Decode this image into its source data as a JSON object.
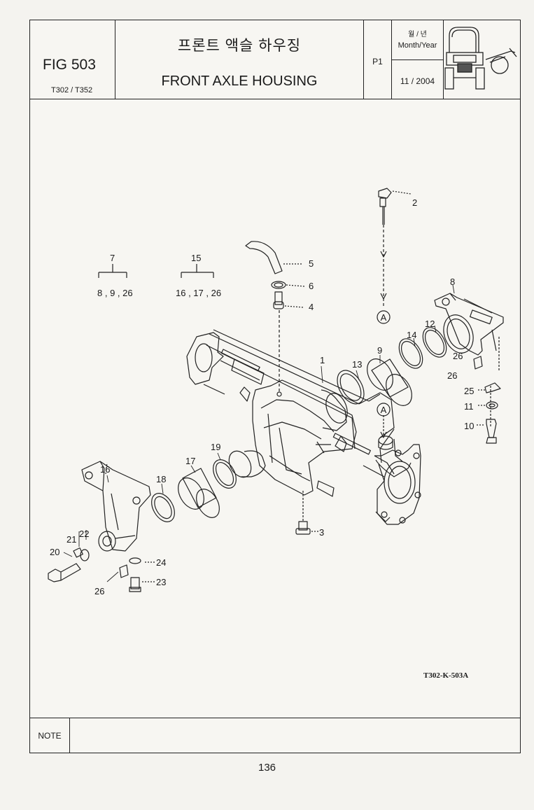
{
  "header": {
    "figure": "FIG 503",
    "models": "T302 / T352",
    "title_kr": "프론트 액슬 하우징",
    "title_en": "FRONT AXLE HOUSING",
    "page_code": "P1",
    "date_label_kr": "월 / 년",
    "date_label_en": "Month/Year",
    "date_value": "11 / 2004"
  },
  "diagram": {
    "callouts": [
      "1",
      "2",
      "3",
      "4",
      "5",
      "6",
      "7",
      "8",
      "9",
      "10",
      "11",
      "12",
      "13",
      "14",
      "15",
      "16",
      "17",
      "18",
      "19",
      "20",
      "21",
      "22",
      "23",
      "24",
      "25",
      "26",
      "26",
      "26"
    ],
    "group_7": {
      "label": "7",
      "members": "8 , 9 , 26"
    },
    "group_15": {
      "label": "15",
      "members": "16 , 17 , 26"
    },
    "marker": "A",
    "reference": "T302-K-503A"
  },
  "note_label": "NOTE",
  "page_number": "136"
}
